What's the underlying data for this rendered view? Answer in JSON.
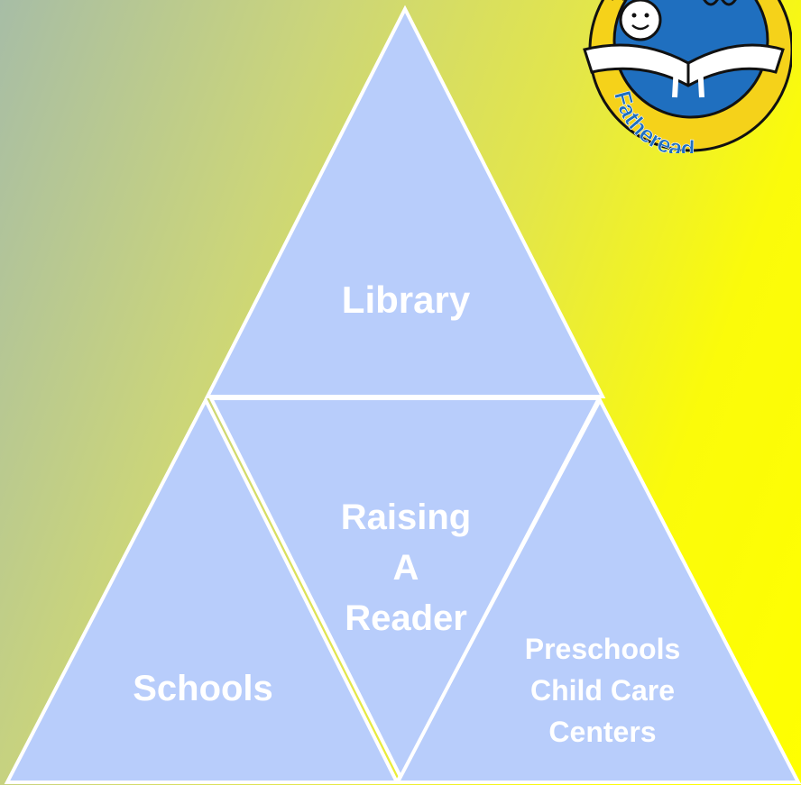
{
  "diagram": {
    "top": {
      "label": "Library"
    },
    "center": {
      "lines": [
        "Raising",
        "A",
        "Reader"
      ]
    },
    "left": {
      "label": "Schools"
    },
    "right": {
      "lines": [
        "Preschools",
        "Child Care",
        "Centers"
      ]
    }
  },
  "logo": {
    "text": "Fatheread",
    "colors": {
      "ring": "#f5d21a",
      "inner": "#1f6fbf",
      "outline": "#111111",
      "text": "#1f6fbf"
    }
  },
  "colors": {
    "triangle_fill": "#b8cdfb",
    "triangle_stroke": "#ffffff",
    "label": "#ffffff",
    "bg_left": "#a7bda6",
    "bg_right": "#ffff00"
  }
}
